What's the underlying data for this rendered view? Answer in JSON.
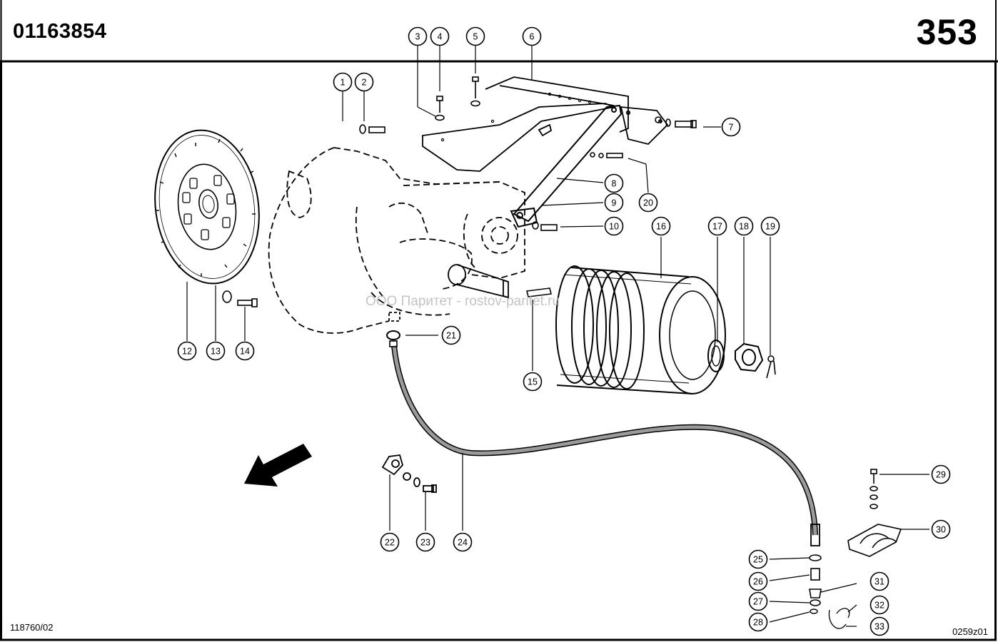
{
  "header": {
    "part_number": "01163854",
    "page_number": "353"
  },
  "footer": {
    "left_ref": "118760/02",
    "right_ref": "0259z01"
  },
  "watermark": "ООО Паритет - rostov-paritet.ru",
  "components": [
    {
      "id": "flywheel-disc",
      "icon": "clutch-disc-icon"
    },
    {
      "id": "gearbox-housing",
      "icon": "housing-dashed-outline"
    },
    {
      "id": "mounting-bracket",
      "icon": "bracket-plate"
    },
    {
      "id": "support-strut",
      "icon": "strut-bar"
    },
    {
      "id": "pulley",
      "icon": "multi-groove-pulley"
    },
    {
      "id": "hydraulic-hose",
      "icon": "hose-line"
    },
    {
      "id": "direction-arrow",
      "icon": "arrow-icon"
    },
    {
      "id": "clamp",
      "icon": "clamp-icon"
    }
  ],
  "callouts": [
    "1",
    "2",
    "3",
    "4",
    "5",
    "6",
    "7",
    "8",
    "9",
    "10",
    "12",
    "13",
    "14",
    "15",
    "16",
    "17",
    "18",
    "19",
    "20",
    "21",
    "22",
    "23",
    "24",
    "25",
    "26",
    "27",
    "28",
    "29",
    "30",
    "31",
    "32",
    "33"
  ],
  "colors": {
    "line": "#000000",
    "watermark": "#c4c4c4",
    "hose": "#888888"
  }
}
